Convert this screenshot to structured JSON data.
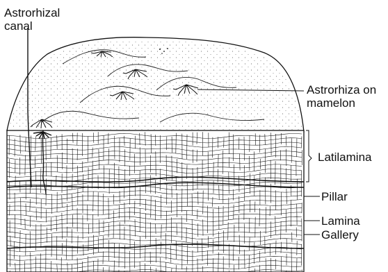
{
  "labels": {
    "astrorhizal_canal_1": "Astrorhizal",
    "astrorhizal_canal_2": "canal",
    "astrorhiza_1": "Astrorhiza on",
    "astrorhiza_2": "mamelon",
    "latilamina": "Latilamina",
    "pillar": "Pillar",
    "lamina": "Lamina",
    "gallery": "Gallery"
  },
  "colors": {
    "ink": "#111111",
    "paper": "#ffffff"
  }
}
